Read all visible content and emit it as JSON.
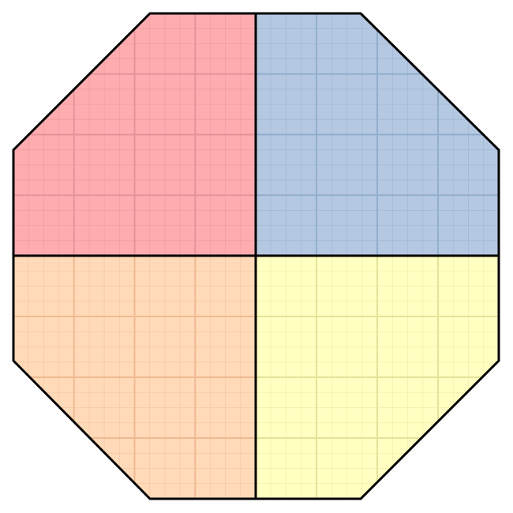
{
  "figure": {
    "shape": "octagon",
    "quadrants": [
      {
        "id": "top-left",
        "fill": "#ffacb0",
        "grid_color": "#e4939a"
      },
      {
        "id": "top-right",
        "fill": "#b4c8e1",
        "grid_color": "#93aecd"
      },
      {
        "id": "bottom-left",
        "fill": "#ffdab9",
        "grid_color": "#efba92"
      },
      {
        "id": "bottom-right",
        "fill": "#ffffc2",
        "grid_color": "#e3e39a"
      }
    ],
    "grid": {
      "major_cells_per_quadrant": 4,
      "minor_subdivisions_per_major": 4
    },
    "outline_color": "#000000",
    "background": "#ffffff"
  }
}
